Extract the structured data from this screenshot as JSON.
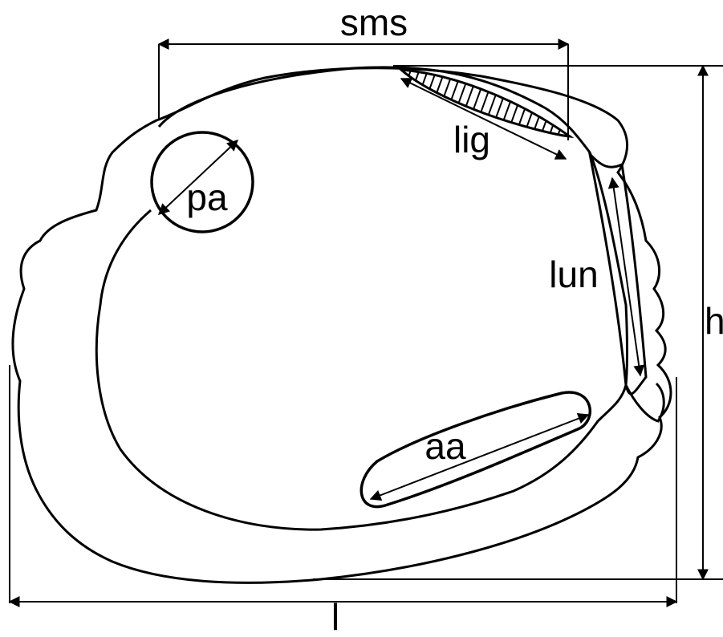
{
  "labels": {
    "sms": "sms",
    "lig": "lig",
    "pa": "pa",
    "lun": "lun",
    "h": "h",
    "aa": "aa",
    "l": "l"
  },
  "colors": {
    "line": "#000000",
    "background": "#ffffff"
  }
}
